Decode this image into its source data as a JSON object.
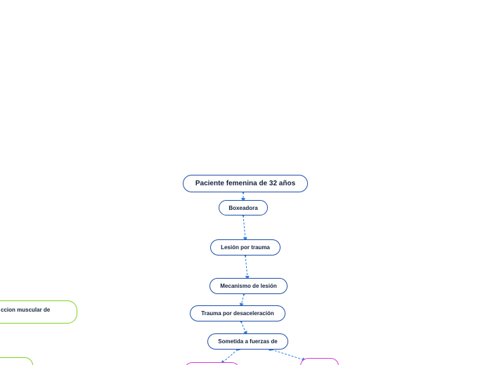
{
  "colors": {
    "edge": "#2f7fe0",
    "node_border_blue": "#1f4ea8",
    "node_border_green": "#7ed321",
    "node_border_magenta": "#d63cd2",
    "node_text": "#13233d",
    "background": "#ffffff"
  },
  "nodes": {
    "root": "Paciente femenina de 32 años",
    "boxeadora": "Boxeadora",
    "lesion_trauma": "Lesión por trauma",
    "mecanismo": "Mecanismo de lesión",
    "trauma_desaceleracion": "Trauma por desaceleración",
    "sometida": "Sometida a fuerzas de",
    "contraccion": "ccion muscular de"
  }
}
